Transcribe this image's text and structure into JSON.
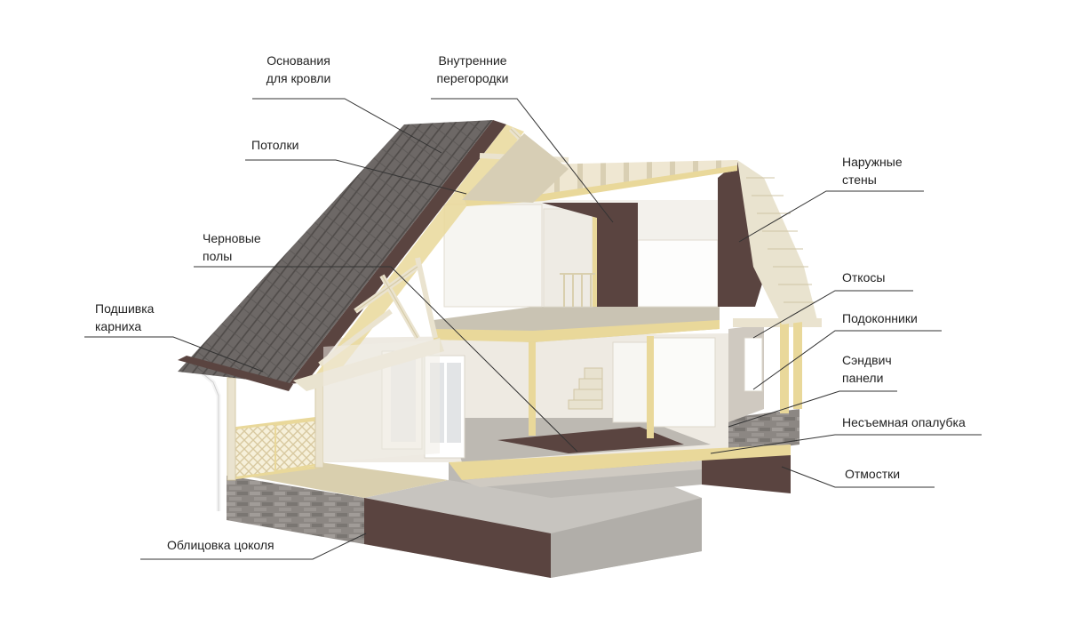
{
  "labels": {
    "roof_base": [
      "Основания",
      "для кровли"
    ],
    "inner_partitions": [
      "Внутренние",
      "перегородки"
    ],
    "ceilings": [
      "Потолки"
    ],
    "outer_walls": [
      "Наружные",
      "стены"
    ],
    "subfloors": [
      "Черновые",
      "полы"
    ],
    "slopes": [
      "Откосы"
    ],
    "eaves_soffit": [
      "Подшивка",
      "карниха"
    ],
    "window_sills": [
      "Подоконники"
    ],
    "sandwich_panels": [
      "Сэндвич",
      "панели"
    ],
    "fixed_formwork": [
      "Несъемная опалубка"
    ],
    "blind_area": [
      "Отмостки"
    ],
    "plinth_cladding": [
      "Облицовка цоколя"
    ]
  },
  "colors": {
    "wall_brown": "#5a4440",
    "roof_tile": "#6d6866",
    "insulation": "#e9d89a",
    "timber": "#eae3cf",
    "interior": "#f3f1ec",
    "concrete": "#bfbcb7",
    "stone": "#8c8783",
    "leader_line": "#333333"
  }
}
